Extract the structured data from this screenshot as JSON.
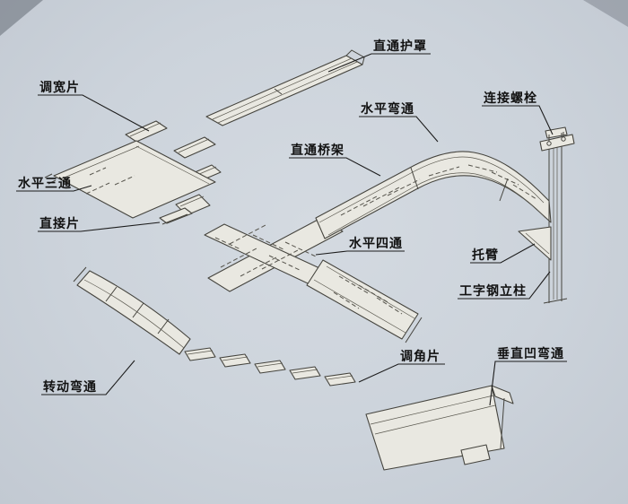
{
  "diagram": {
    "type": "isometric-technical-diagram",
    "subject": "cable-tray-bridge-assembly-parts",
    "colors": {
      "background": "#ccd3db",
      "paper_parts": "#e9e8e1",
      "line_ink": "#45443e",
      "label_ink": "#121212"
    },
    "labels": [
      {
        "id": "straight-through-cover",
        "text": "直通护罩"
      },
      {
        "id": "width-adjust-piece",
        "text": "调宽片"
      },
      {
        "id": "horizontal-tee",
        "text": "水平三通"
      },
      {
        "id": "connector-piece",
        "text": "直接片"
      },
      {
        "id": "horizontal-elbow",
        "text": "水平弯通"
      },
      {
        "id": "straight-through-tray",
        "text": "直通桥架"
      },
      {
        "id": "connecting-bolt",
        "text": "连接螺栓"
      },
      {
        "id": "horizontal-cross",
        "text": "水平四通"
      },
      {
        "id": "bracket-arm",
        "text": "托臂"
      },
      {
        "id": "i-beam-column",
        "text": "工字钢立柱"
      },
      {
        "id": "angle-adjust-piece",
        "text": "调角片"
      },
      {
        "id": "vertical-concave-elbow",
        "text": "垂直凹弯通"
      },
      {
        "id": "rotating-elbow",
        "text": "转动弯通"
      }
    ]
  }
}
